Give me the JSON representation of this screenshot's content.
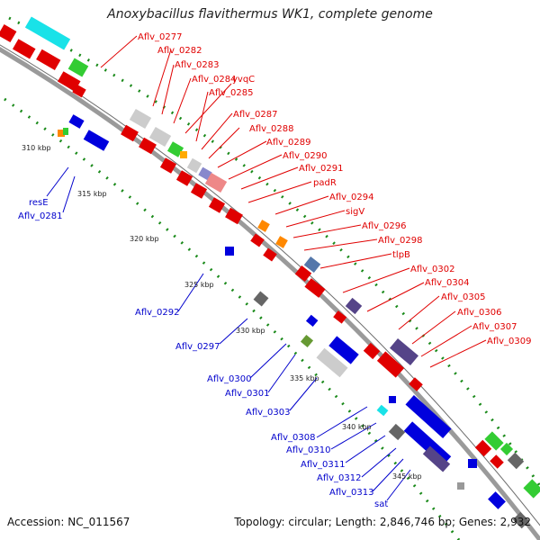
{
  "header": {
    "title": "Anoxybacillus flavithermus WK1, complete genome"
  },
  "footer": {
    "accession": "Accession: NC_011567",
    "summary": "Topology: circular; Length: 2,846,746 bp; Genes: 2,932"
  },
  "ticks": [
    "310 kbp",
    "315 kbp",
    "320 kbp",
    "325 kbp",
    "330 kbp",
    "335 kbp",
    "340 kbp",
    "345 kbp"
  ],
  "forward_labels": [
    "Aflv_0277",
    "Aflv_0282",
    "Aflv_0283",
    "Aflv_0284",
    "yvqC",
    "Aflv_0285",
    "Aflv_0287",
    "Aflv_0288",
    "Aflv_0289",
    "Aflv_0290",
    "Aflv_0291",
    "padR",
    "Aflv_0294",
    "sigV",
    "Aflv_0296",
    "Aflv_0298",
    "tlpB",
    "Aflv_0302",
    "Aflv_0304",
    "Aflv_0305",
    "Aflv_0306",
    "Aflv_0307",
    "Aflv_0309"
  ],
  "reverse_labels": [
    "resE",
    "Aflv_0281",
    "Aflv_0292",
    "Aflv_0297",
    "Aflv_0300",
    "Aflv_0301",
    "Aflv_0303",
    "Aflv_0308",
    "Aflv_0310",
    "Aflv_0311",
    "Aflv_0312",
    "Aflv_0313",
    "sat"
  ],
  "colors": {
    "forward_label": "#e00000",
    "reverse_label": "#0000cc",
    "backbone": "#888888",
    "gc_dots": "#1a8a1a"
  }
}
